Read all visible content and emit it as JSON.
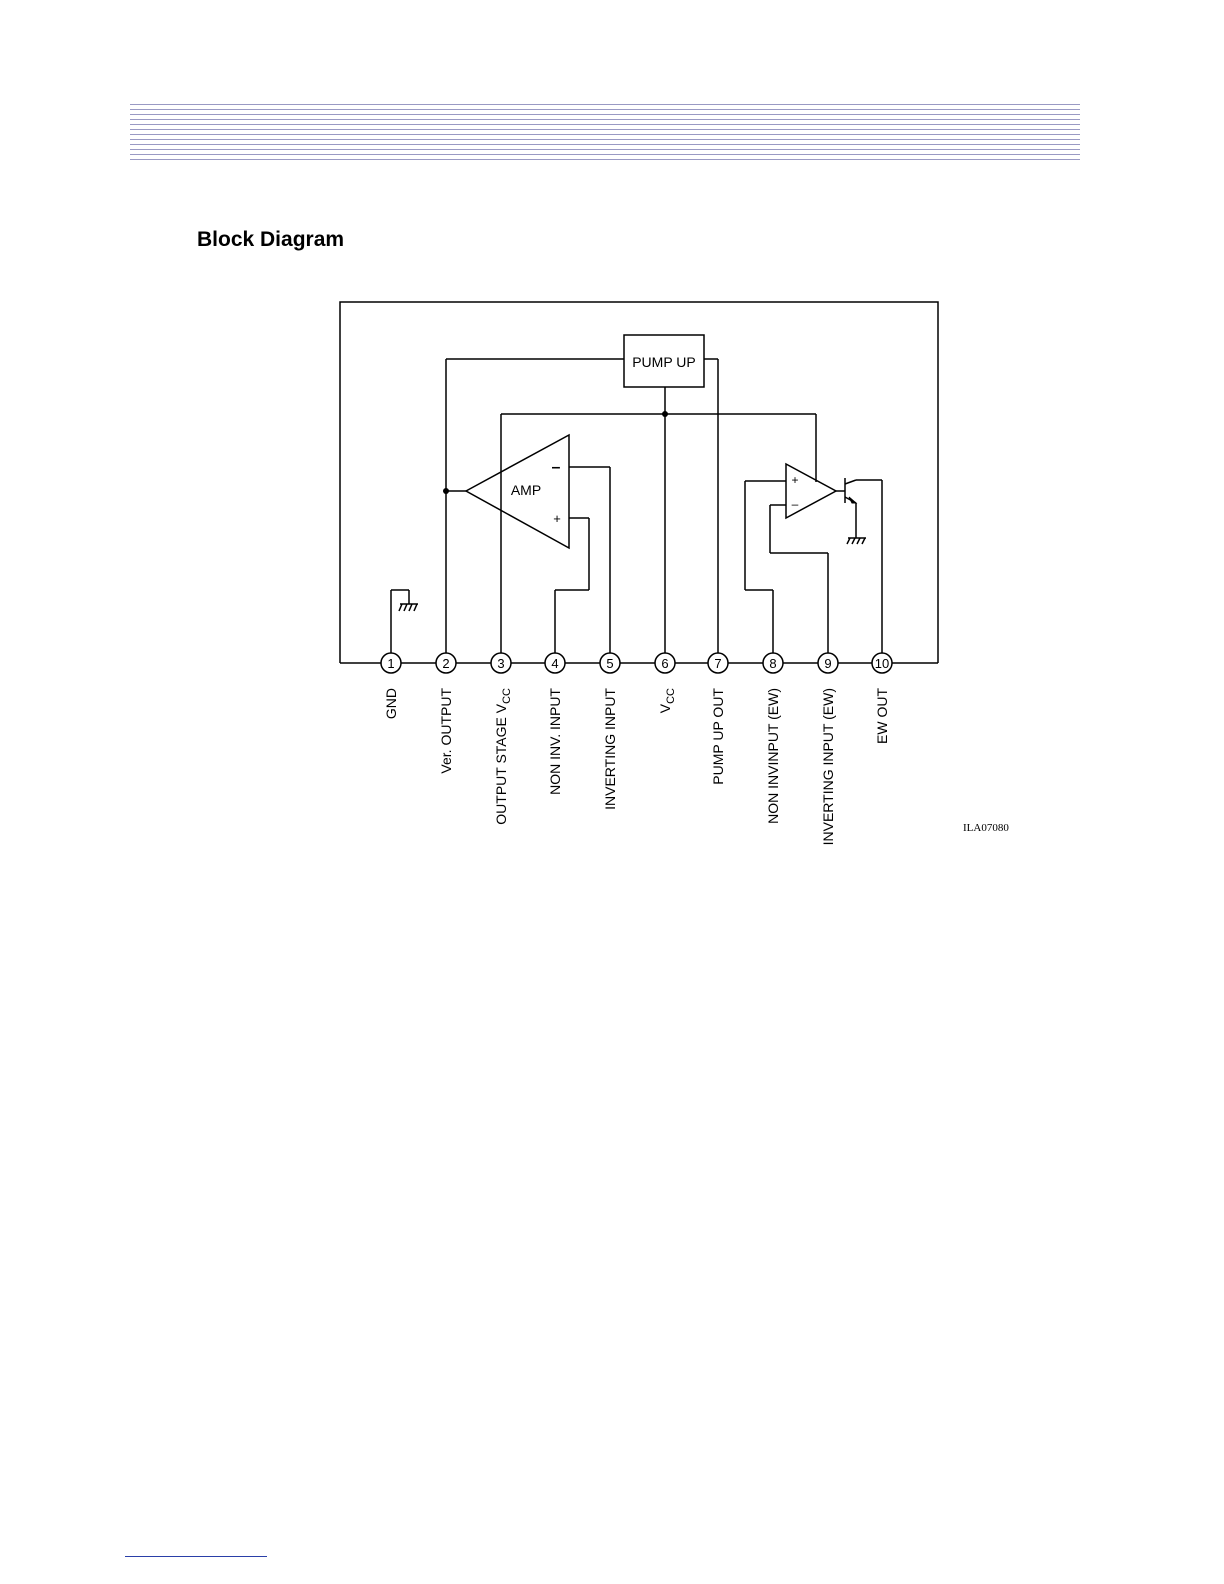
{
  "page": {
    "section_title": "Block Diagram",
    "figure_id": "ILA07080"
  },
  "diagram": {
    "blocks": {
      "pump_up": "PUMP UP",
      "amp": "AMP",
      "amp_minus": "–",
      "amp_plus": "+",
      "ew_plus": "+",
      "ew_minus": "–"
    },
    "pins": [
      {
        "number": "1",
        "label": "GND"
      },
      {
        "number": "2",
        "label": "Ver. OUTPUT"
      },
      {
        "number": "3",
        "label": "OUTPUT STAGE V",
        "subscript": "CC"
      },
      {
        "number": "4",
        "label": "NON INV. INPUT"
      },
      {
        "number": "5",
        "label": "INVERTING INPUT"
      },
      {
        "number": "6",
        "label": "V",
        "subscript": "CC"
      },
      {
        "number": "7",
        "label": "PUMP UP OUT"
      },
      {
        "number": "8",
        "label": "NON INVINPUT (EW)"
      },
      {
        "number": "9",
        "label": "INVERTING INPUT (EW)"
      },
      {
        "number": "10",
        "label": "EW OUT"
      }
    ]
  }
}
